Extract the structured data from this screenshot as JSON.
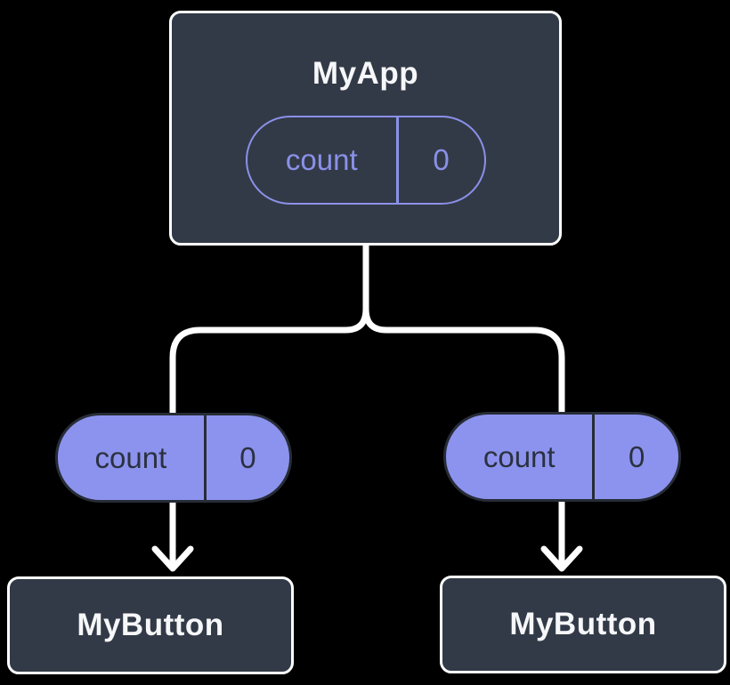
{
  "diagram": {
    "type": "component-tree",
    "background": "#000000",
    "colors": {
      "node_fill": "#333A47",
      "node_border": "#FFFFFF",
      "node_text": "#F6F7F9",
      "purple_outline": "#8A91E8",
      "pill_fill": "#8C93EE",
      "pill_dark_text": "#2B3140",
      "connector": "#FFFFFF"
    },
    "root": {
      "title": "MyApp",
      "state": {
        "name": "count",
        "value": "0"
      }
    },
    "children": [
      {
        "title": "MyButton",
        "prop": {
          "name": "count",
          "value": "0"
        }
      },
      {
        "title": "MyButton",
        "prop": {
          "name": "count",
          "value": "0"
        }
      }
    ]
  }
}
